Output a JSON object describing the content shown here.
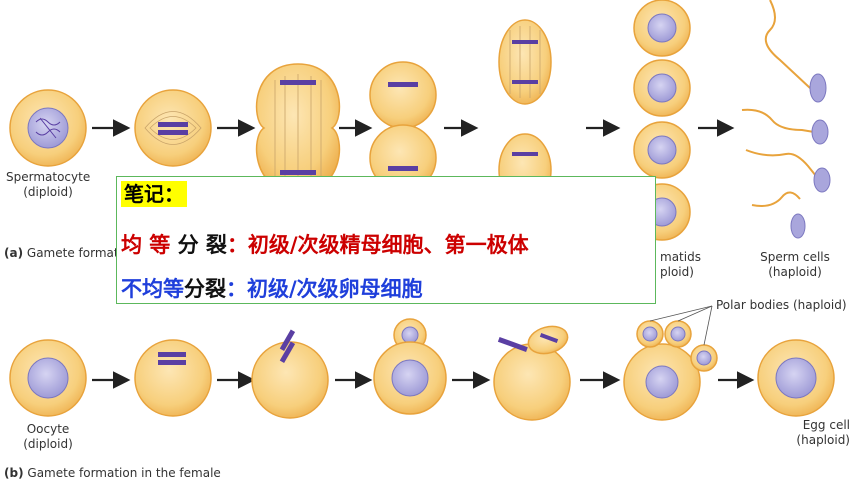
{
  "labels": {
    "spermatocyte": "Spermatocyte",
    "spermatocyte_ploidy": "(diploid)",
    "spermatids": "matids",
    "spermatids_ploidy": "ploid)",
    "sperm": "Sperm cells",
    "sperm_ploidy": "(haploid)",
    "male_caption_letter": "(a)",
    "male_caption": "Gamete formati",
    "polar_bodies": "Polar bodies (haploid)",
    "oocyte": "Oocyte",
    "oocyte_ploidy": "(diploid)",
    "egg": "Egg cell",
    "egg_ploidy": "(haploid)",
    "female_caption_letter": "(b)",
    "female_caption": "Gamete formation in the female"
  },
  "note": {
    "title": "笔记：",
    "line1_prefix": "均 等 ",
    "line1_mid": "分 裂",
    "line1_suffix": "：初级/次级精母细胞、第一极体",
    "line2_prefix": "不均等",
    "line2_mid": "分裂",
    "line2_suffix": "：初级/次级卵母细胞"
  },
  "colors": {
    "cell_fill": "#f7cf7c",
    "cell_edge": "#e8a33c",
    "nucleus": "#a9a6dc",
    "chromosome": "#5a3fa3",
    "arrow": "#222222",
    "note_border": "#5cb85c",
    "equal_division_text": "#cc0000",
    "unequal_division_text": "#1f3fdb",
    "title_highlight": "#ffff00"
  }
}
